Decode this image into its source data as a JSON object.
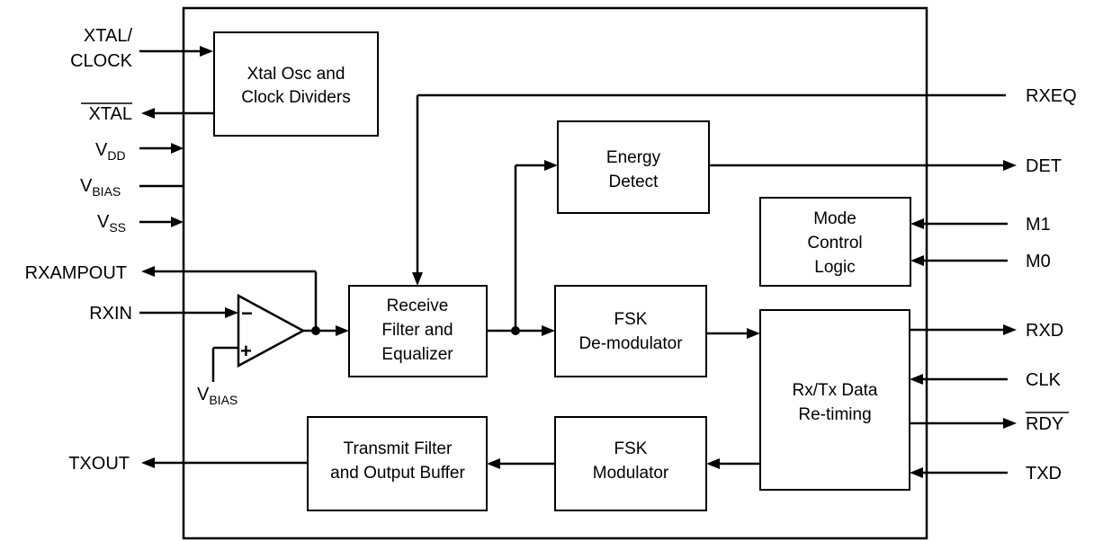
{
  "blocks": {
    "xtal_osc": [
      "Xtal Osc and",
      "Clock Dividers"
    ],
    "energy_detect": [
      "Energy",
      "Detect"
    ],
    "mode_control": [
      "Mode",
      "Control",
      "Logic"
    ],
    "receive_filter": [
      "Receive",
      "Filter and",
      "Equalizer"
    ],
    "fsk_demod": [
      "FSK",
      "De-modulator"
    ],
    "rxtx_retiming": [
      "Rx/Tx Data",
      "Re-timing"
    ],
    "transmit_filter": [
      "Transmit Filter",
      "and Output Buffer"
    ],
    "fsk_mod": [
      "FSK",
      "Modulator"
    ]
  },
  "pins": {
    "xtal_clock": [
      "XTAL/",
      "CLOCK"
    ],
    "xtal_n": "XTAL",
    "vdd": {
      "main": "V",
      "sub": "DD"
    },
    "vbias": {
      "main": "V",
      "sub": "BIAS"
    },
    "vss": {
      "main": "V",
      "sub": "SS"
    },
    "rxampout": "RXAMPOUT",
    "rxin": "RXIN",
    "vbias_amp": {
      "main": "V",
      "sub": "BIAS"
    },
    "txout": "TXOUT",
    "rxeq": "RXEQ",
    "det": "DET",
    "m1": "M1",
    "m0": "M0",
    "rxd": "RXD",
    "clk": "CLK",
    "rdy_n": "RDY",
    "txd": "TXD"
  },
  "opamp": {
    "minus": "−",
    "plus": "+"
  }
}
